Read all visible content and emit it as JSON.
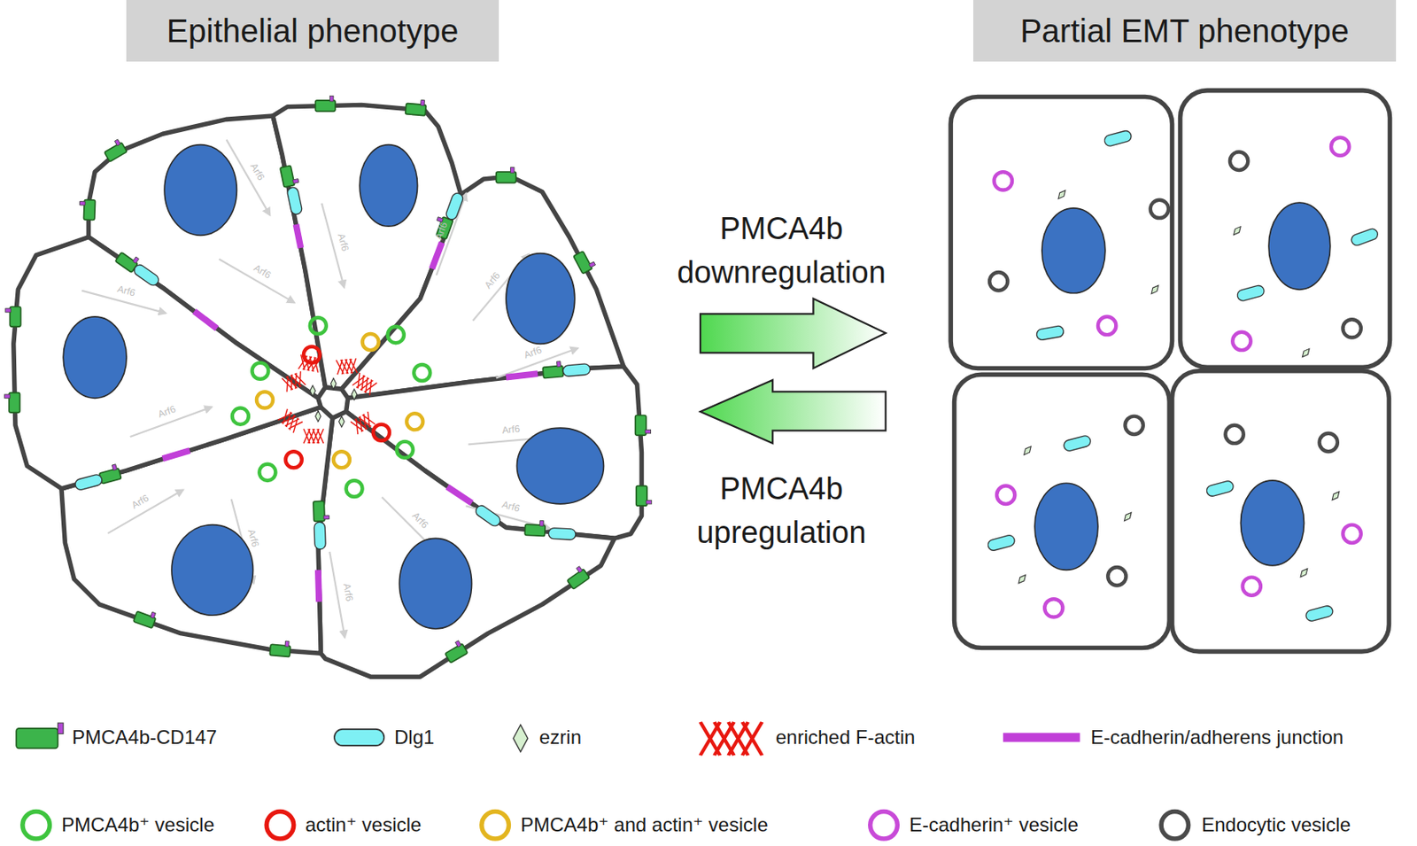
{
  "diagram": {
    "nodes": [
      {
        "text": [
          "Epithelial phenotype"
        ]
      },
      {
        "text": [
          "Partial EMT phenotype"
        ]
      }
    ],
    "labels": [
      "PMCA4b downregulation",
      "PMCA4b upregulation",
      "Arf6",
      "Arf6",
      "Arf6",
      "Arf6",
      "Arf6",
      "Arf6",
      "Arf6",
      "Arf6",
      "Arf6",
      "Arf6",
      "Arf6",
      "Arf6",
      "Arf6",
      "Arf6"
    ],
    "legend": [
      {
        "text": "PMCA4b-CD147"
      },
      {
        "text": "Dlg1"
      },
      {
        "text": "ezrin"
      },
      {
        "text": "enriched F-actin"
      },
      {
        "text": "E-cadherin/adherens junction"
      },
      {
        "text": "PMCA4b⁺ vesicle"
      },
      {
        "text": "actin⁺ vesicle"
      },
      {
        "text": "PMCA4b⁺ and actin⁺ vesicle"
      },
      {
        "text": "E-cadherin⁺ vesicle"
      },
      {
        "text": "Endocytic vesicle"
      }
    ]
  }
}
